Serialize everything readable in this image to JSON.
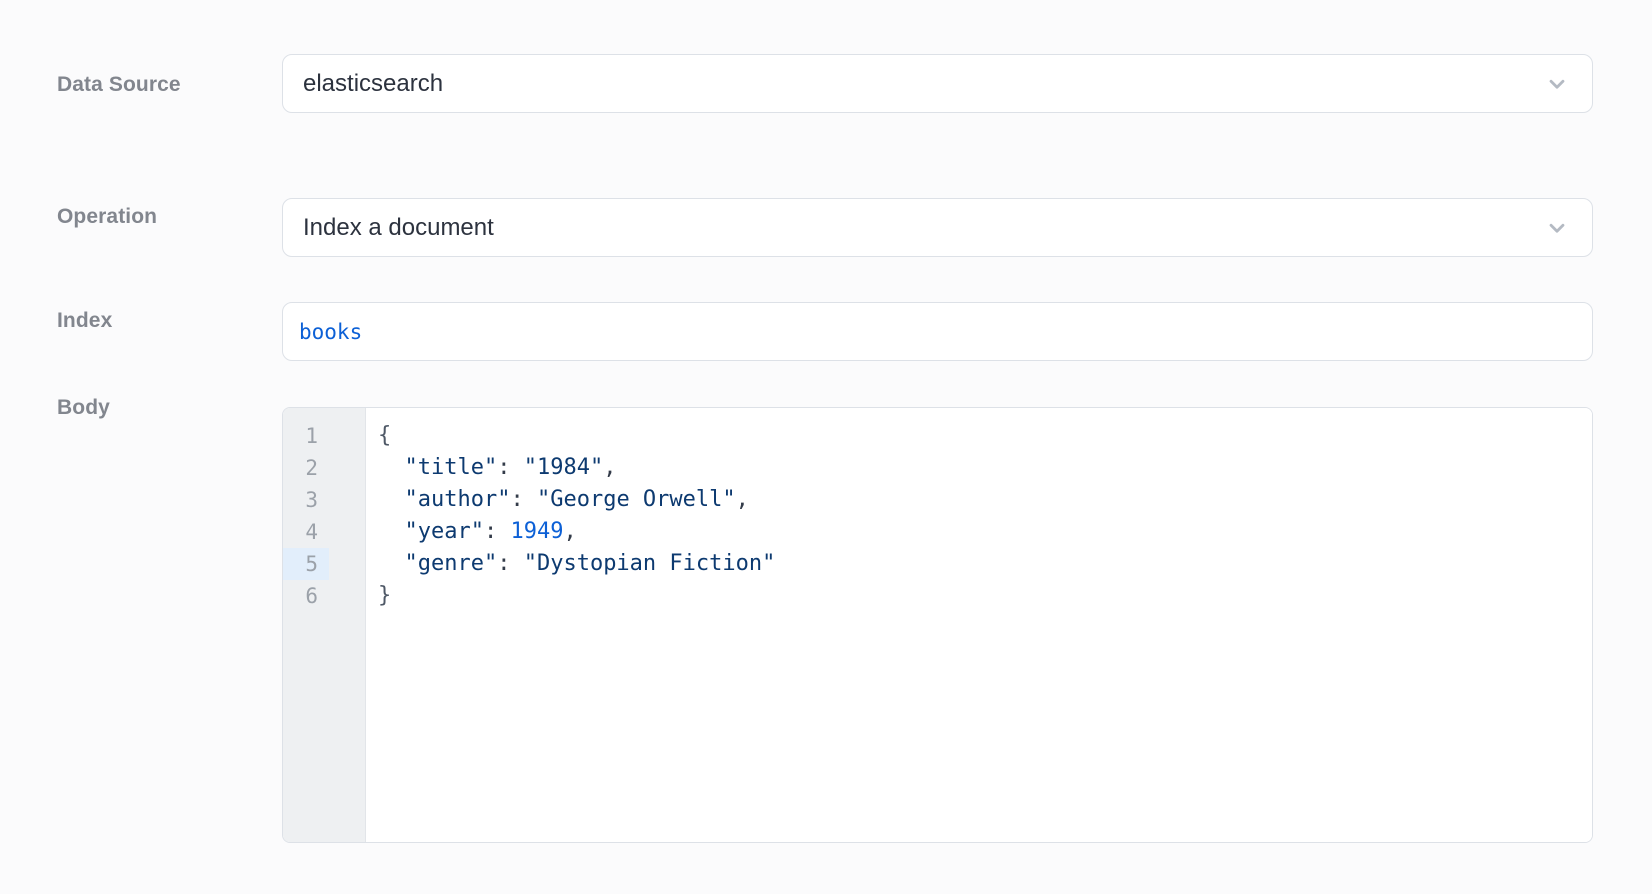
{
  "form": {
    "data_source": {
      "label": "Data Source",
      "value": "elasticsearch"
    },
    "operation": {
      "label": "Operation",
      "value": "Index a document"
    },
    "index": {
      "label": "Index",
      "value": "books"
    },
    "body": {
      "label": "Body"
    }
  },
  "icons": {
    "select_chevron": "chevron-down"
  },
  "colors": {
    "accent_blue": "#0c60d6",
    "syntax_string": "#0d3a70",
    "syntax_number": "#0c60d6",
    "active_line_gutter": "#e2eefb",
    "field_border": "#dde1e7",
    "label_gray": "#82868e"
  },
  "editor": {
    "active_line": 5,
    "line_count": 6,
    "lines": [
      {
        "num": "1",
        "tokens": [
          {
            "type": "brace",
            "text": "{"
          }
        ]
      },
      {
        "num": "2",
        "tokens": [
          {
            "type": "plain",
            "text": "  "
          },
          {
            "type": "string",
            "text": "\"title\""
          },
          {
            "type": "punct",
            "text": ": "
          },
          {
            "type": "string",
            "text": "\"1984\""
          },
          {
            "type": "punct",
            "text": ","
          }
        ]
      },
      {
        "num": "3",
        "tokens": [
          {
            "type": "plain",
            "text": "  "
          },
          {
            "type": "string",
            "text": "\"author\""
          },
          {
            "type": "punct",
            "text": ": "
          },
          {
            "type": "string",
            "text": "\"George Orwell\""
          },
          {
            "type": "punct",
            "text": ","
          }
        ]
      },
      {
        "num": "4",
        "tokens": [
          {
            "type": "plain",
            "text": "  "
          },
          {
            "type": "string",
            "text": "\"year\""
          },
          {
            "type": "punct",
            "text": ": "
          },
          {
            "type": "number",
            "text": "1949"
          },
          {
            "type": "punct",
            "text": ","
          }
        ]
      },
      {
        "num": "5",
        "tokens": [
          {
            "type": "plain",
            "text": "  "
          },
          {
            "type": "string",
            "text": "\"genre\""
          },
          {
            "type": "punct",
            "text": ": "
          },
          {
            "type": "string",
            "text": "\"Dystopian Fiction\""
          }
        ]
      },
      {
        "num": "6",
        "tokens": [
          {
            "type": "brace",
            "text": "}"
          }
        ]
      }
    ]
  }
}
